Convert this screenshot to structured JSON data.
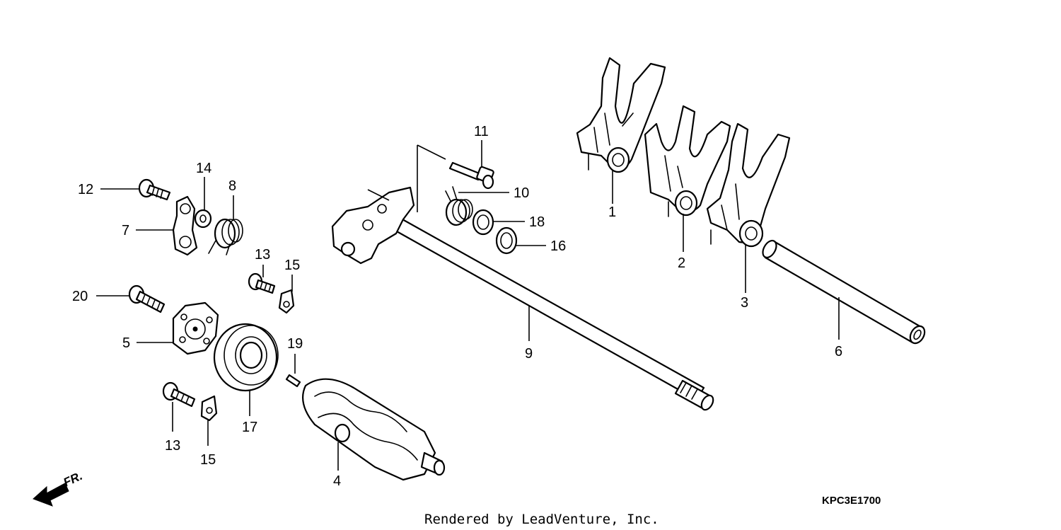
{
  "callouts": [
    {
      "id": "c1",
      "label": "1"
    },
    {
      "id": "c2",
      "label": "2"
    },
    {
      "id": "c3",
      "label": "3"
    },
    {
      "id": "c4",
      "label": "4"
    },
    {
      "id": "c5",
      "label": "5"
    },
    {
      "id": "c6",
      "label": "6"
    },
    {
      "id": "c7",
      "label": "7"
    },
    {
      "id": "c8",
      "label": "8"
    },
    {
      "id": "c9",
      "label": "9"
    },
    {
      "id": "c10",
      "label": "10"
    },
    {
      "id": "c11",
      "label": "11"
    },
    {
      "id": "c12",
      "label": "12"
    },
    {
      "id": "c13a",
      "label": "13"
    },
    {
      "id": "c13b",
      "label": "13"
    },
    {
      "id": "c14",
      "label": "14"
    },
    {
      "id": "c15a",
      "label": "15"
    },
    {
      "id": "c15b",
      "label": "15"
    },
    {
      "id": "c16",
      "label": "16"
    },
    {
      "id": "c17",
      "label": "17"
    },
    {
      "id": "c18",
      "label": "18"
    },
    {
      "id": "c19",
      "label": "19"
    },
    {
      "id": "c20",
      "label": "20"
    }
  ],
  "diagram_code": "KPC3E1700",
  "credit": "Rendered by LeadVenture, Inc.",
  "front_marker": "FR."
}
